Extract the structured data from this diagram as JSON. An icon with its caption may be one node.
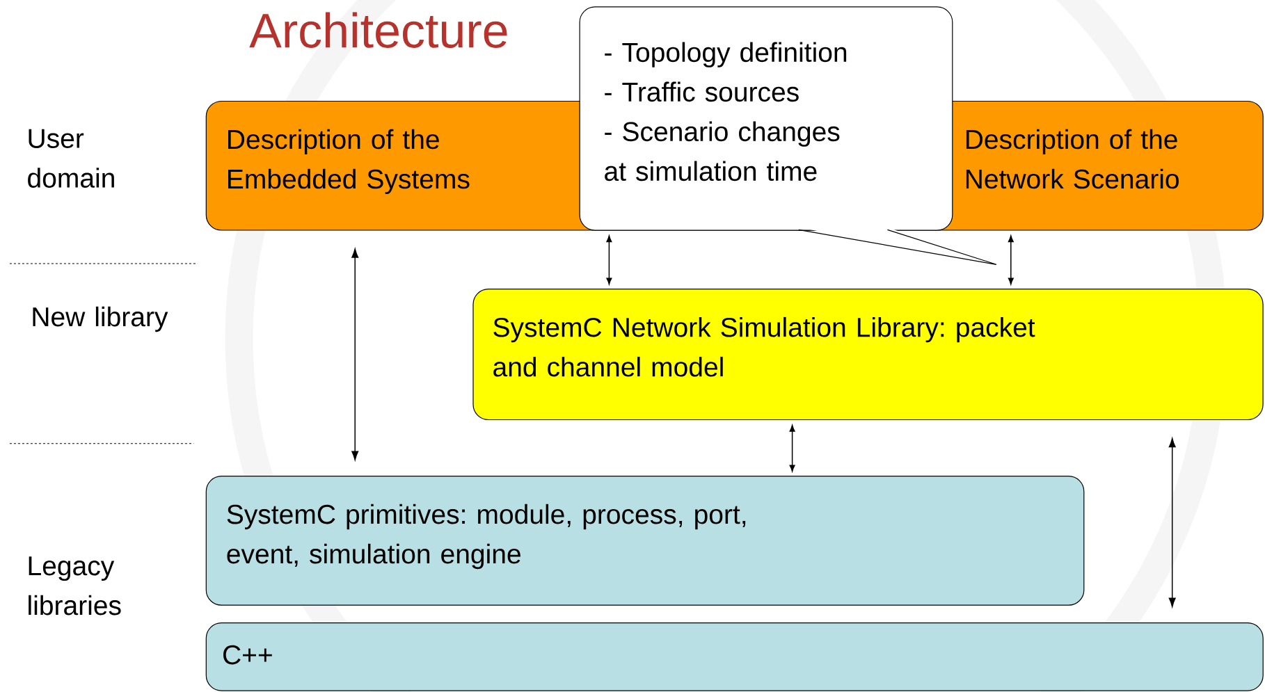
{
  "diagram": {
    "title": "Architecture",
    "nodes": [
      {
        "text": [
          "Description of the Embedded Systems",
          "Description of the Network Scenario"
        ]
      },
      {
        "text": [
          "- Topology definition",
          "- Traffic sources",
          "- Scenario changes at simulation time"
        ]
      },
      {
        "text": [
          "SystemC Network Simulation Library: packet and channel model"
        ]
      },
      {
        "text": [
          "SystemC primitives: module, process, port, event, simulation engine"
        ]
      },
      {
        "text": [
          "C++"
        ]
      }
    ],
    "edges": [
      {
        "from": 0,
        "to": 3,
        "arrow": "both"
      },
      {
        "from": 0,
        "to": 2,
        "arrow": "both"
      },
      {
        "from": 0,
        "to": 2,
        "arrow": "both"
      },
      {
        "from": 2,
        "to": 3,
        "arrow": "both"
      },
      {
        "from": 2,
        "to": 4,
        "arrow": "both"
      }
    ],
    "labels": [
      "User domain",
      "New library",
      "Legacy libraries"
    ]
  }
}
